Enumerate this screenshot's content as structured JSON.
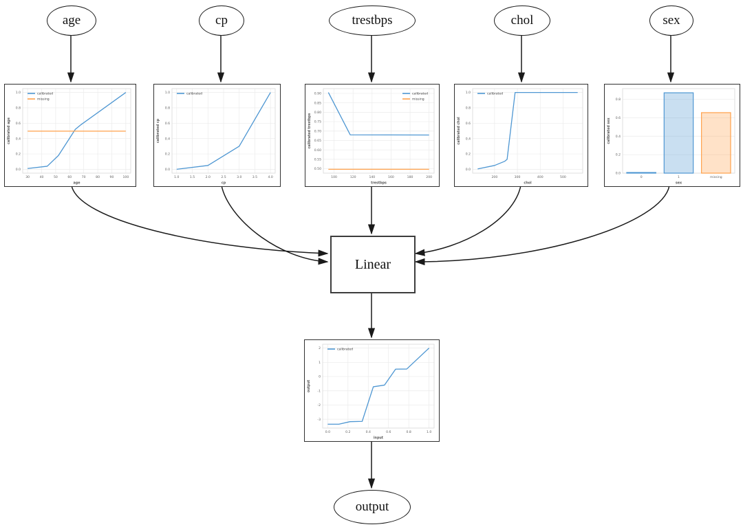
{
  "diagram": {
    "input_nodes": [
      {
        "label": "age"
      },
      {
        "label": "cp"
      },
      {
        "label": "trestbps"
      },
      {
        "label": "chol"
      },
      {
        "label": "sex"
      }
    ],
    "combiner_label": "Linear",
    "output_node_label": "output"
  },
  "colors": {
    "calibrated_line": "#4d96d2",
    "missing_line": "#ffa04a",
    "edge_stroke": "#1a1a1a"
  },
  "chart_data": [
    {
      "id": "age",
      "type": "line",
      "title": "",
      "xlabel": "age",
      "ylabel": "calibrated age",
      "xlim": [
        26.5,
        103.5
      ],
      "ylim": [
        -0.05,
        1.05
      ],
      "grid": true,
      "xticks": {
        "values": [
          30,
          40,
          50,
          60,
          70,
          80,
          90,
          100
        ],
        "labels": [
          "30",
          "40",
          "50",
          "60",
          "70",
          "80",
          "90",
          "100"
        ]
      },
      "yticks": {
        "values": [
          0,
          0.2,
          0.4,
          0.6,
          0.8,
          1.0
        ],
        "labels": [
          "0.0",
          "0.2",
          "0.4",
          "0.6",
          "0.8",
          "1.0"
        ]
      },
      "legend": {
        "position": "top-left",
        "entries": [
          {
            "label": "calibrated",
            "color": "#4d96d2"
          },
          {
            "label": "missing",
            "color": "#ffa04a"
          }
        ]
      },
      "series": [
        {
          "name": "calibrated",
          "color": "#4d96d2",
          "points": [
            [
              30,
              0.01
            ],
            [
              44,
              0.04
            ],
            [
              52,
              0.18
            ],
            [
              58,
              0.35
            ],
            [
              64,
              0.52
            ],
            [
              68,
              0.58
            ],
            [
              100,
              1.0
            ]
          ]
        },
        {
          "name": "missing",
          "color": "#ffa04a",
          "points": [
            [
              30,
              0.497
            ],
            [
              100,
              0.497
            ]
          ]
        }
      ]
    },
    {
      "id": "cp",
      "type": "line",
      "title": "",
      "xlabel": "cp",
      "ylabel": "calibrated cp",
      "xlim": [
        0.85,
        4.15
      ],
      "ylim": [
        -0.05,
        1.05
      ],
      "grid": true,
      "xticks": {
        "values": [
          1.0,
          1.5,
          2.0,
          2.5,
          3.0,
          3.5,
          4.0
        ],
        "labels": [
          "1.0",
          "1.5",
          "2.0",
          "2.5",
          "3.0",
          "3.5",
          "4.0"
        ]
      },
      "yticks": {
        "values": [
          0,
          0.2,
          0.4,
          0.6,
          0.8,
          1.0
        ],
        "labels": [
          "0.0",
          "0.2",
          "0.4",
          "0.6",
          "0.8",
          "1.0"
        ]
      },
      "legend": {
        "position": "top-left",
        "entries": [
          {
            "label": "calibrated",
            "color": "#4d96d2"
          }
        ]
      },
      "series": [
        {
          "name": "calibrated",
          "color": "#4d96d2",
          "points": [
            [
              1,
              0.0
            ],
            [
              2,
              0.05
            ],
            [
              3,
              0.3
            ],
            [
              4,
              1.0
            ]
          ]
        }
      ]
    },
    {
      "id": "trestbps",
      "type": "line",
      "title": "",
      "xlabel": "trestbps",
      "ylabel": "calibrated trestbps",
      "xlim": [
        88.7,
        205.3
      ],
      "ylim": [
        0.4766,
        0.9254
      ],
      "grid": true,
      "xticks": {
        "values": [
          100,
          120,
          140,
          160,
          180,
          200
        ],
        "labels": [
          "100",
          "120",
          "140",
          "160",
          "180",
          "200"
        ]
      },
      "yticks": {
        "values": [
          0.5,
          0.55,
          0.6,
          0.65,
          0.7,
          0.75,
          0.8,
          0.85,
          0.9
        ],
        "labels": [
          "0.50",
          "0.55",
          "0.60",
          "0.65",
          "0.70",
          "0.75",
          "0.80",
          "0.85",
          "0.90"
        ]
      },
      "legend": {
        "position": "top-right",
        "entries": [
          {
            "label": "calibrated",
            "color": "#4d96d2"
          },
          {
            "label": "missing",
            "color": "#ffa04a"
          }
        ]
      },
      "series": [
        {
          "name": "calibrated",
          "color": "#4d96d2",
          "points": [
            [
              94,
              0.905
            ],
            [
              117,
              0.68
            ],
            [
              200,
              0.679
            ]
          ]
        },
        {
          "name": "missing",
          "color": "#ffa04a",
          "points": [
            [
              94,
              0.497
            ],
            [
              200,
              0.497
            ]
          ]
        }
      ]
    },
    {
      "id": "chol",
      "type": "line",
      "title": "",
      "xlabel": "chol",
      "ylabel": "calibrated chol",
      "xlim": [
        104,
        586
      ],
      "ylim": [
        -0.05,
        1.05
      ],
      "grid": true,
      "xticks": {
        "values": [
          200,
          300,
          400,
          500
        ],
        "labels": [
          "200",
          "300",
          "400",
          "500"
        ]
      },
      "yticks": {
        "values": [
          0,
          0.2,
          0.4,
          0.6,
          0.8,
          1.0
        ],
        "labels": [
          "0.0",
          "0.2",
          "0.4",
          "0.6",
          "0.8",
          "1.0"
        ]
      },
      "legend": {
        "position": "top-left",
        "entries": [
          {
            "label": "calibrated",
            "color": "#4d96d2"
          }
        ]
      },
      "series": [
        {
          "name": "calibrated",
          "color": "#4d96d2",
          "points": [
            [
              126,
              0.005
            ],
            [
              200,
              0.05
            ],
            [
              245,
              0.105
            ],
            [
              255,
              0.13
            ],
            [
              290,
              1.0
            ],
            [
              564,
              1.0
            ]
          ]
        }
      ]
    },
    {
      "id": "sex",
      "type": "bar",
      "title": "",
      "xlabel": "sex",
      "ylabel": "calibrated sex",
      "ylim": [
        0,
        0.915
      ],
      "grid": true,
      "yticks": {
        "values": [
          0,
          0.2,
          0.4,
          0.6,
          0.8
        ],
        "labels": [
          "0.0",
          "0.2",
          "0.4",
          "0.6",
          "0.8"
        ]
      },
      "categories": [
        "0",
        "1",
        "missing"
      ],
      "values": [
        0.007,
        0.87,
        0.655
      ],
      "bar_colors": [
        "#4d96d2",
        "#4d96d2",
        "#ffa04a"
      ]
    },
    {
      "id": "output",
      "type": "line",
      "title": "",
      "xlabel": "input",
      "ylabel": "output",
      "xlim": [
        -0.05,
        1.05
      ],
      "ylim": [
        -3.62,
        2.27
      ],
      "grid": true,
      "xticks": {
        "values": [
          0.0,
          0.2,
          0.4,
          0.6,
          0.8,
          1.0
        ],
        "labels": [
          "0.0",
          "0.2",
          "0.4",
          "0.6",
          "0.8",
          "1.0"
        ]
      },
      "yticks": {
        "values": [
          -3,
          -2,
          -1,
          0,
          1,
          2
        ],
        "labels": [
          "-3",
          "-2",
          "-1",
          "0",
          "1",
          "2"
        ]
      },
      "legend": {
        "position": "top-left",
        "entries": [
          {
            "label": "calibrated",
            "color": "#4d96d2"
          }
        ]
      },
      "series": [
        {
          "name": "calibrated",
          "color": "#4d96d2",
          "points": [
            [
              0,
              -3.35
            ],
            [
              0.11,
              -3.35
            ],
            [
              0.22,
              -3.17
            ],
            [
              0.34,
              -3.15
            ],
            [
              0.45,
              -0.72
            ],
            [
              0.56,
              -0.6
            ],
            [
              0.67,
              0.52
            ],
            [
              0.78,
              0.53
            ],
            [
              1.0,
              2.0
            ]
          ]
        }
      ]
    }
  ]
}
